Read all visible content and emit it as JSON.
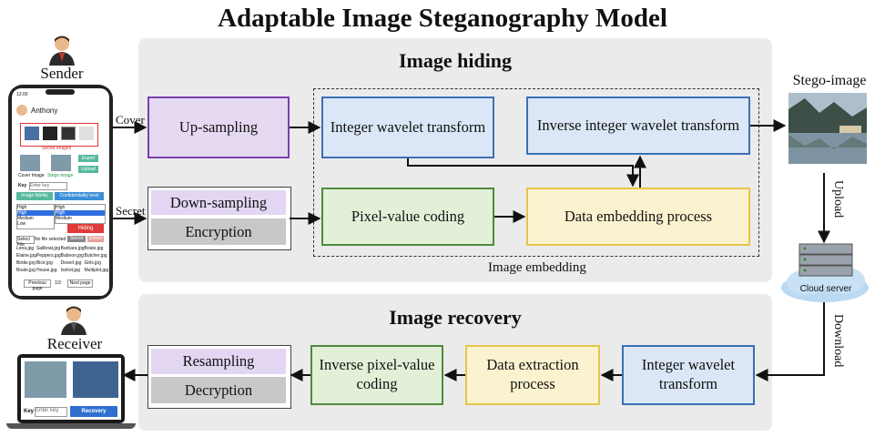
{
  "title": "Adaptable Image Steganography Model",
  "hiding": {
    "title": "Image hiding",
    "upsampling": "Up-sampling",
    "iwt": "Integer wavelet transform",
    "iiwt": "Inverse integer wavelet transform",
    "downsampling": "Down-sampling",
    "encryption": "Encryption",
    "pvc": "Pixel-value coding",
    "embedding": "Data embedding process",
    "embed_group": "Image embedding",
    "cover_label": "Cover",
    "secret_label": "Secret"
  },
  "recovery": {
    "title": "Image recovery",
    "iwt": "Integer wavelet transform",
    "extraction": "Data extraction process",
    "ipvc": "Inverse pixel-value coding",
    "resampling": "Resampling",
    "decryption": "Decryption"
  },
  "sender": "Sender",
  "receiver": "Receiver",
  "stego": "Stego-image",
  "upload": "Upload",
  "download": "Download",
  "cloud": "Cloud server",
  "phone": {
    "time": "12:00",
    "user": "Anthony",
    "secret_images": "Secret Images",
    "cover_image": "Cover Image",
    "stego_image": "Stego-image",
    "export": "Export",
    "upload_btn": "Upload",
    "key": "Key",
    "key_placeholder": "Enter key",
    "fidelity": "Image fidelity",
    "confidentiality": "Confidentiality level",
    "fid_opts": [
      "High",
      "High",
      "Medium",
      "Low"
    ],
    "conf_opts": [
      "High",
      "High",
      "Medium"
    ],
    "hiding_btn": "Hiding",
    "select_file": "Select File",
    "no_file": "No file selected",
    "secret_btn": "Secret",
    "delete_btn": "Delete",
    "files": [
      "Lena.jpg",
      "Sailboat.jpg",
      "Barbara.jpg",
      "Boats.jpg",
      "Elaine.jpg",
      "Peppers.jpg",
      "Baboon.jpg",
      "Butcher.jpg",
      "Birdie.jpg",
      "Bicé.jpg",
      "Desert.jpg",
      "Girls.jpg",
      "Boats.jpg",
      "House.jpg",
      "Isshot.jpg",
      "Multiplot.jpg"
    ],
    "prev": "Previous page",
    "page": "1/3",
    "next": "Next page"
  },
  "laptop": {
    "key": "Key",
    "key_placeholder": "Enter key",
    "recovery_btn": "Recovery"
  }
}
